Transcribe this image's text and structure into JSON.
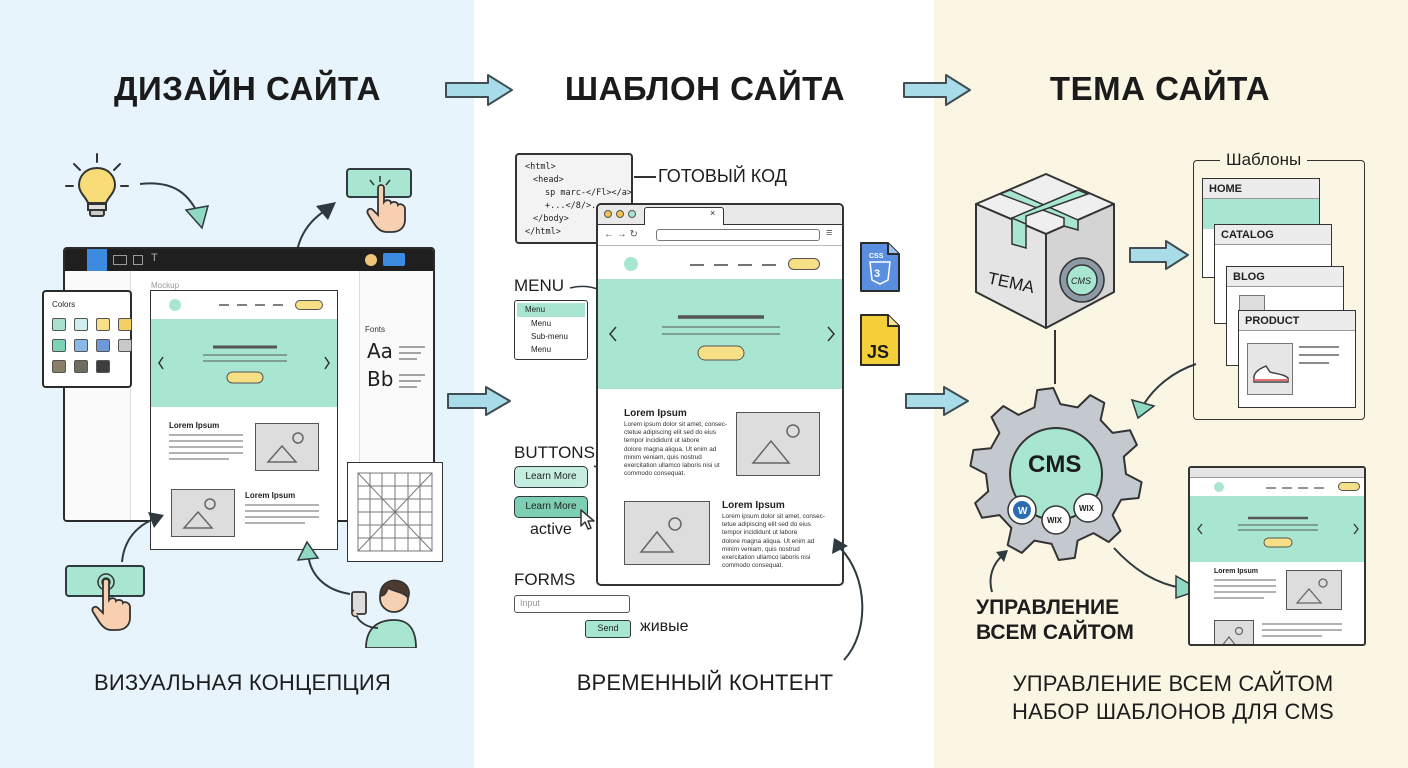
{
  "columns": {
    "design": {
      "title": "ДИЗАЙН САЙТА",
      "caption": "ВИЗУАЛЬНАЯ КОНЦЕПЦИЯ"
    },
    "template": {
      "title": "ШАБЛОН САЙТА",
      "caption": "ВРЕМЕННЫЙ КОНТЕНТ"
    },
    "theme": {
      "title": "ТЕМА САЙТА",
      "caption_line1": "УПРАВЛЕНИЕ ВСЕМ САЙТОМ",
      "caption_line2": "НАБОР ШАБЛОНОВ ДЛЯ CMS"
    }
  },
  "design_tool": {
    "mockup_label": "Mockup",
    "colors_title": "Colors",
    "swatches": [
      "#a8e2cf",
      "#cfeef0",
      "#f6df86",
      "#f3cf66",
      "#7dd3b8",
      "#87b8e8",
      "#6e98d8",
      "#c9c9c9",
      "#8a8068",
      "#6f6d5f",
      "#3e3e3e"
    ],
    "fonts_title": "Fonts",
    "font_sample_1": "Aa",
    "font_sample_2": "Bb",
    "lorem_1": "Lorem Ipsum",
    "lorem_2": "Lorem Ipsum"
  },
  "template_panel": {
    "code_lines": [
      "<html>",
      "<head>",
      "sp marc-</Fl></a>",
      "+...</8/>...",
      "</body>",
      "</html>"
    ],
    "ready_code": "ГОТОВЫЙ КОД",
    "menu_label": "MENU",
    "menu_items": [
      "Menu",
      "Menu",
      "Sub-menu",
      "Menu"
    ],
    "buttons_label": "BUTTONS",
    "btn_1": "Learn More",
    "btn_2": "Learn More",
    "active_label": "active",
    "forms_label": "FORMS",
    "input_placeholder": "Input",
    "send": "Send",
    "live_label": "живые",
    "lorem_1": "Lorem Ipsum",
    "lorem_2": "Lorem Ipsum",
    "body_text_1": [
      "Lorem ipsum dolor sit amet, consec-",
      "ctetue adipiscing elit sed do eius",
      "tempor incididunt ut labore",
      "dolore magna aliqua. Ut enim ad",
      "minim veniam, quis nostrud",
      "exercitation ullamco laboris nisi ut",
      "commodo consequat."
    ],
    "body_text_2": [
      "Lorem ipsum dolor sit amet, consec-",
      "tetue adipiscing elit sed do eius",
      "tempor incididunt ut labore",
      "dolore magna aliqua. Ut enim ad",
      "minim veniam, quis nostrud",
      "exercitation ullamco laboris nisi",
      "commodo consequat."
    ],
    "css_badge": "CSS",
    "js_badge": "JS"
  },
  "theme_panel": {
    "box_label": "ТЕМА",
    "box_gear": "CMS",
    "templates_title": "Шаблоны",
    "pages": [
      "HOME",
      "CATALOG",
      "BLOG",
      "PRODUCT"
    ],
    "cms_label": "CMS",
    "cms_logos": [
      "W",
      "WIX",
      "WIX"
    ],
    "manage_line1": "УПРАВЛЕНИЕ",
    "manage_line2": "ВСЕМ САЙТОМ",
    "preview_lorem": "Lorem Ipsum"
  },
  "palette": {
    "mint": "#a8e6d2",
    "yellow": "#f7df86",
    "blue": "#5a8fe0",
    "gray": "#8d8d8d"
  }
}
